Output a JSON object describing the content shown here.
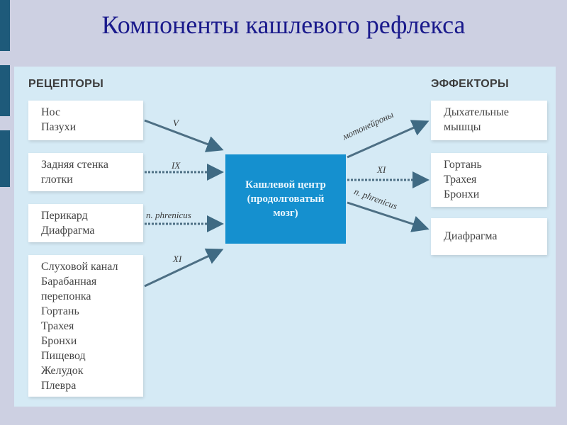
{
  "title": "Компоненты кашлевого рефлекса",
  "receptors": {
    "heading": "РЕЦЕПТОРЫ",
    "boxes": [
      [
        "Нос",
        "Пазухи"
      ],
      [
        "Задняя стенка",
        "глотки"
      ],
      [
        "Перикард",
        "Диафрагма"
      ],
      [
        "Слуховой канал",
        "Барабанная",
        "перепонка",
        "Гортань",
        "Трахея",
        "Бронхи",
        "Пищевод",
        "Желудок",
        "Плевра"
      ]
    ]
  },
  "effectors": {
    "heading": "ЭФФЕКТОРЫ",
    "boxes": [
      [
        "Дыхательные",
        "мышцы"
      ],
      [
        "Гортань",
        "Трахея",
        "Бронхи"
      ],
      [
        "Диафрагма"
      ]
    ]
  },
  "center": [
    "Кашлевой центр",
    "(продолговатый",
    "мозг)"
  ],
  "nerves": {
    "in": [
      "V",
      "IX",
      "n. phrenicus",
      "XI"
    ],
    "out": [
      "мотонейроны",
      "XI",
      "n. phrenicus"
    ]
  },
  "colors": {
    "title": "#1a1a8c",
    "center_box": "#1590cf",
    "panel": "#d5eaf5",
    "arrow": "#4d6f84"
  }
}
